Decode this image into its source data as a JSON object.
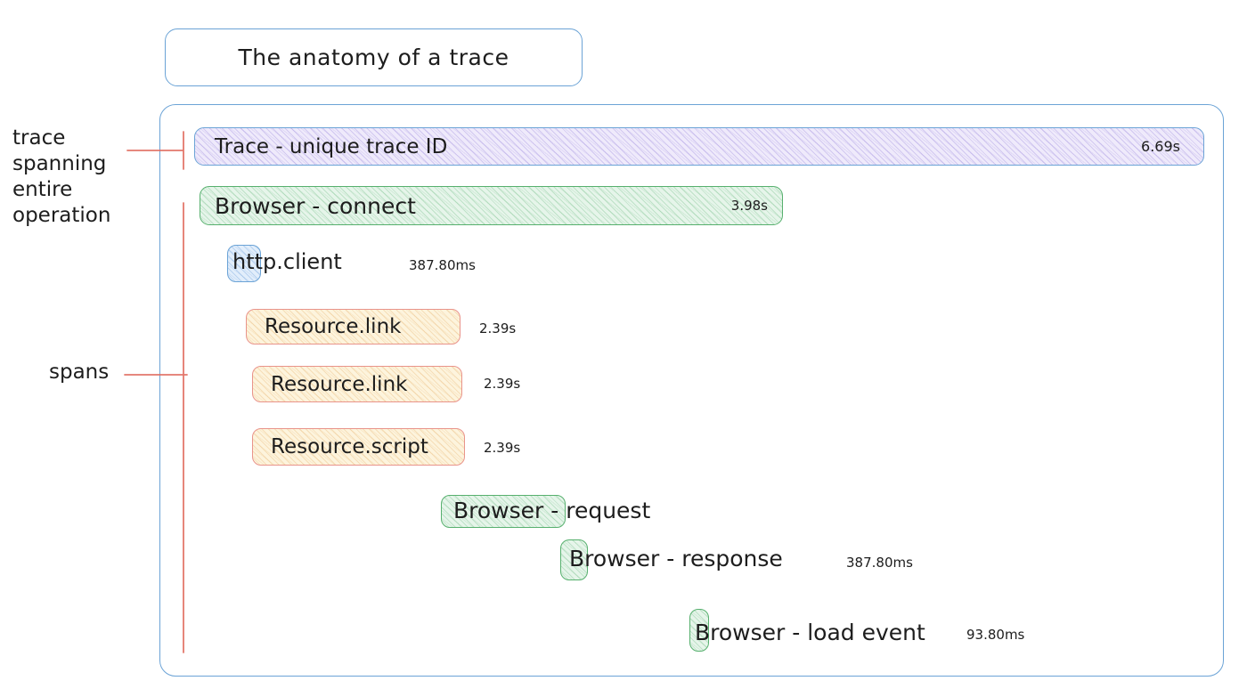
{
  "title": "The anatomy of a trace",
  "annotations": {
    "trace_note": "trace\nspanning\nentire\noperation",
    "spans_note": "spans"
  },
  "spans": [
    {
      "label": "Trace - unique trace ID",
      "duration": "6.69s",
      "color": "purple"
    },
    {
      "label": "Browser - connect",
      "duration": "3.98s",
      "color": "green"
    },
    {
      "label": "http.client",
      "duration": "387.80ms",
      "color": "blue"
    },
    {
      "label": "Resource.link",
      "duration": "2.39s",
      "color": "yellow"
    },
    {
      "label": "Resource.link",
      "duration": "2.39s",
      "color": "yellow"
    },
    {
      "label": "Resource.script",
      "duration": "2.39s",
      "color": "yellow"
    },
    {
      "label": "Browser - request",
      "color": "green"
    },
    {
      "label": "Browser - response",
      "duration": "387.80ms",
      "color": "green"
    },
    {
      "label": "Browser - load event",
      "duration": "93.80ms",
      "color": "green"
    }
  ],
  "colors": {
    "blue_stroke": "#6ba3d6",
    "green_stroke": "#57b06e",
    "red_stroke": "#e9948b",
    "annotation_line": "#e0695c",
    "purple_fill": "#efeafb",
    "green_fill": "#e6f5ea",
    "blue_fill": "#e2eefb",
    "yellow_fill": "#fdf4dd"
  }
}
